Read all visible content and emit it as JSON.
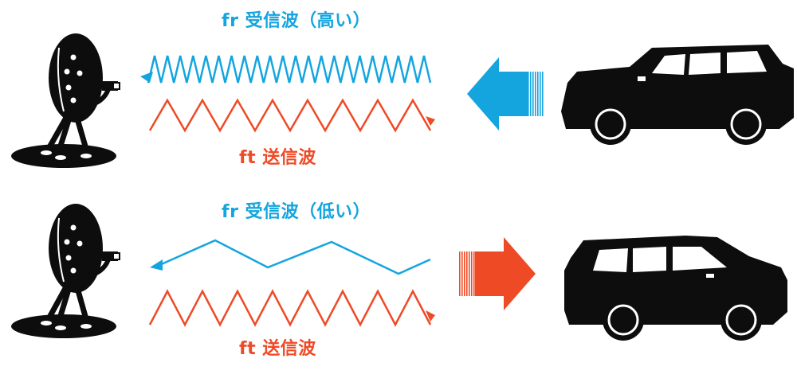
{
  "colors": {
    "receive": "#14a5df",
    "transmit": "#ef4a26",
    "silhouette": "#0d0d0d",
    "background": "#ffffff"
  },
  "top": {
    "receive_label": "fr 受信波（高い）",
    "transmit_label": "ft 送信波",
    "receive_wave_density": "high",
    "arrow_direction": "left",
    "car_direction": "approaching"
  },
  "bottom": {
    "receive_label": "fr 受信波（低い）",
    "transmit_label": "ft 送信波",
    "receive_wave_density": "low",
    "arrow_direction": "right",
    "car_direction": "receding"
  },
  "icons": {
    "antenna": "radar-dish-icon",
    "car": "suv-silhouette-icon",
    "arrow": "motion-arrow-icon"
  }
}
